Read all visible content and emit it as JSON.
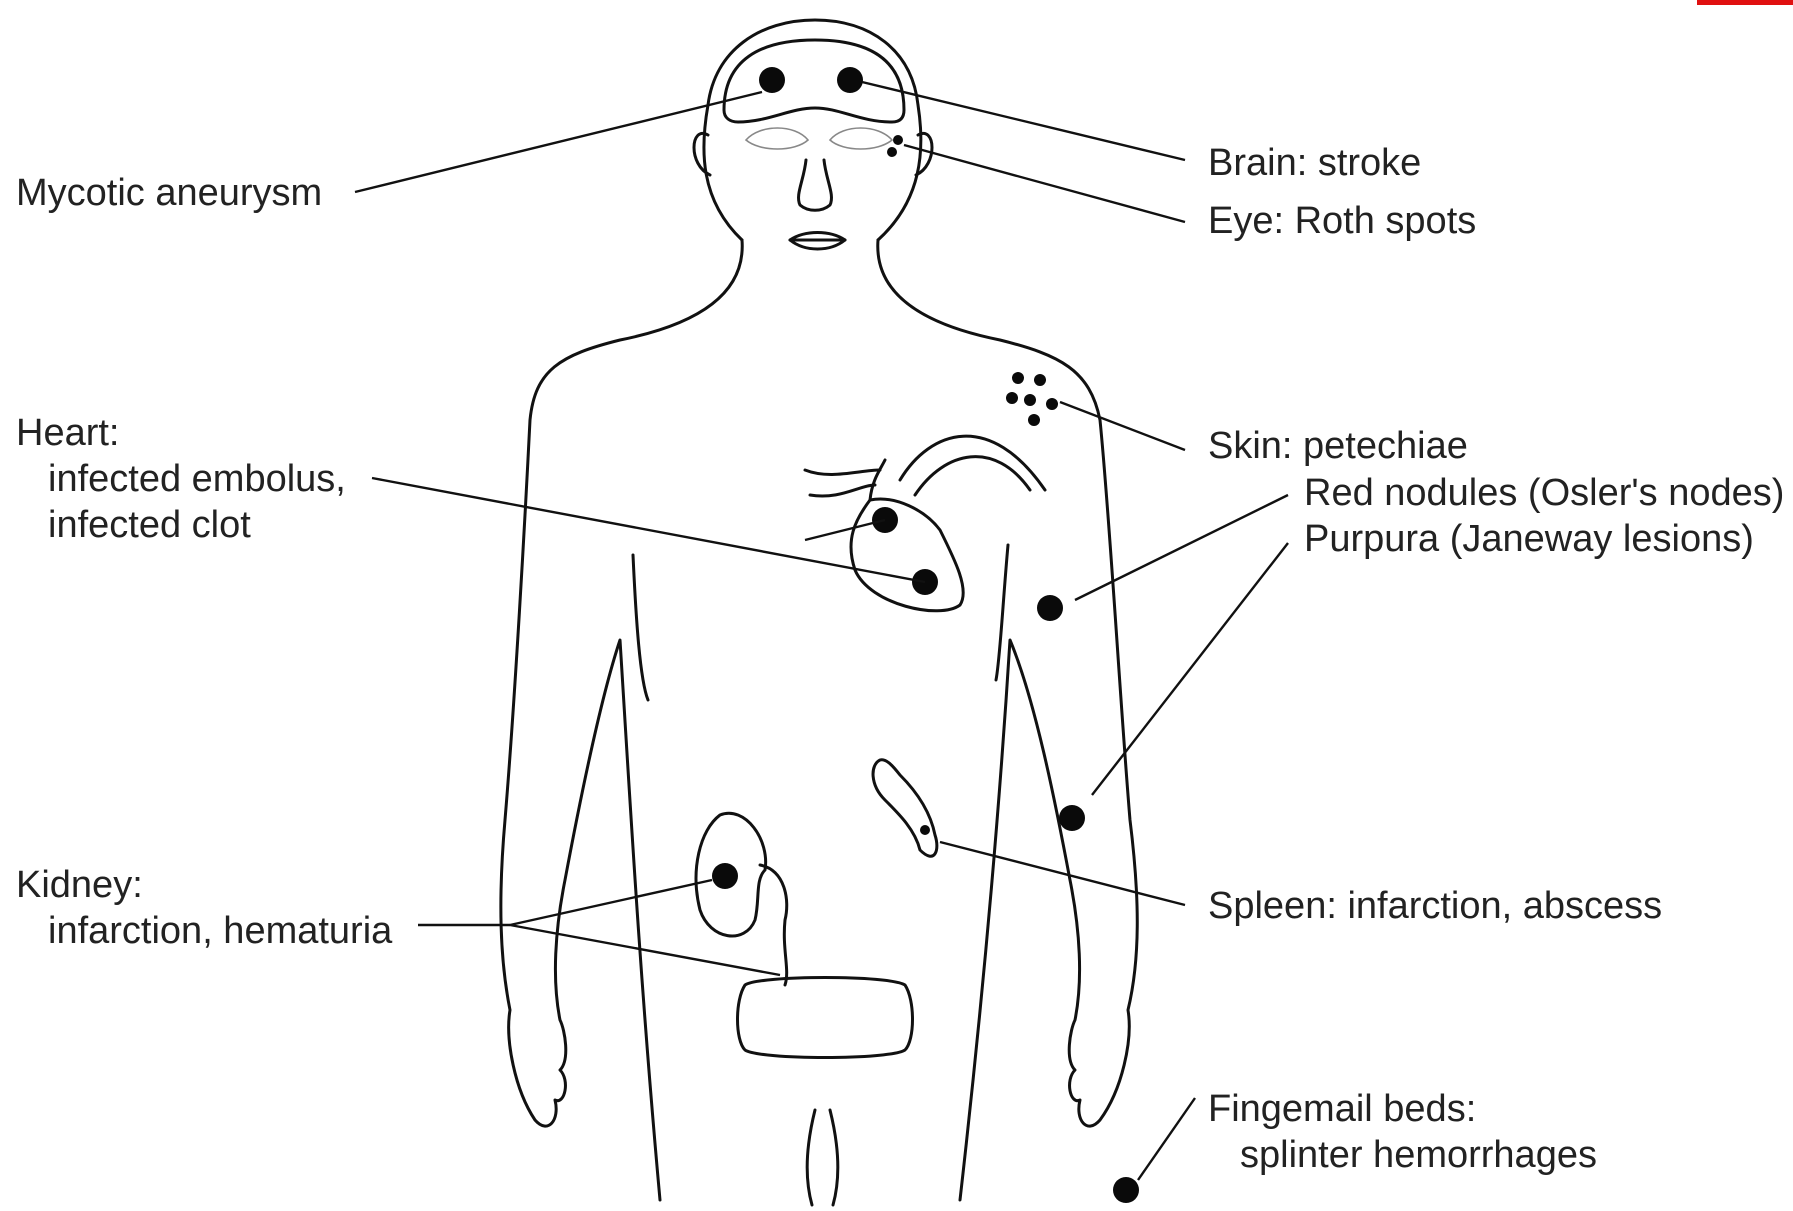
{
  "labels": {
    "mycotic": "Mycotic aneurysm",
    "brain": "Brain: stroke",
    "eye": "Eye: Roth spots",
    "heart_title": "Heart:",
    "heart_line1": "infected embolus,",
    "heart_line2": "infected clot",
    "skin": "Skin: petechiae",
    "red_nodules": "Red nodules (Osler's nodes)",
    "purpura": "Purpura (Janeway lesions)",
    "kidney_title": "Kidney:",
    "kidney_line1": "infarction, hematuria",
    "spleen": "Spleen: infarction, abscess",
    "fingernail_title": "Fingemail beds:",
    "fingernail_line1": "splinter hemorrhages"
  },
  "colors": {
    "ink": "#111111",
    "corner_mark": "#e01010"
  }
}
